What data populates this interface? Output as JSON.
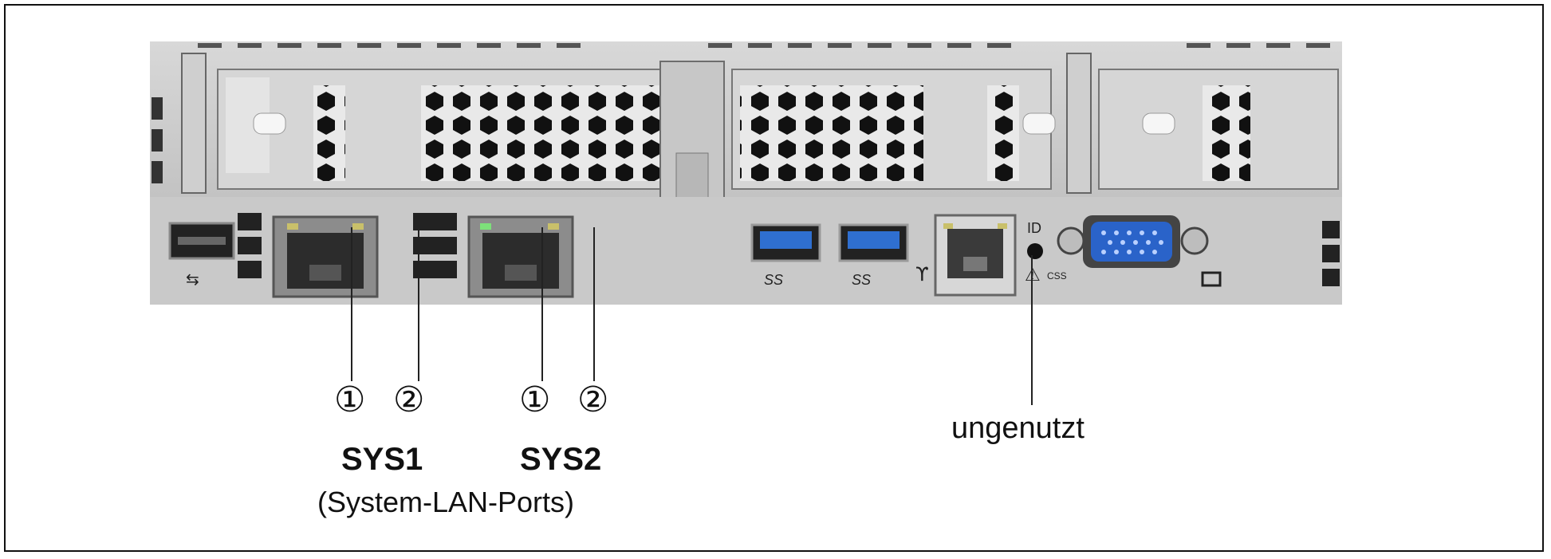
{
  "callouts": {
    "sys1": {
      "led1": "①",
      "led2": "②",
      "name": "SYS1"
    },
    "sys2": {
      "led1": "①",
      "led2": "②",
      "name": "SYS2"
    },
    "subtitle": "(System-LAN-Ports)",
    "unused": "ungenutzt"
  },
  "panel_markings": {
    "usb3_logo_left": "SS",
    "usb3_logo_right": "SS",
    "id_label": "ID",
    "css_label": "CSS"
  },
  "colors": {
    "chassis": "#bfbfbf",
    "chassis_dark": "#8e8e8e",
    "usb3_blue": "#2f6fd0",
    "vga_blue": "#2a63c9",
    "led_green": "#7de07a",
    "led_amber": "#c9c06a"
  }
}
